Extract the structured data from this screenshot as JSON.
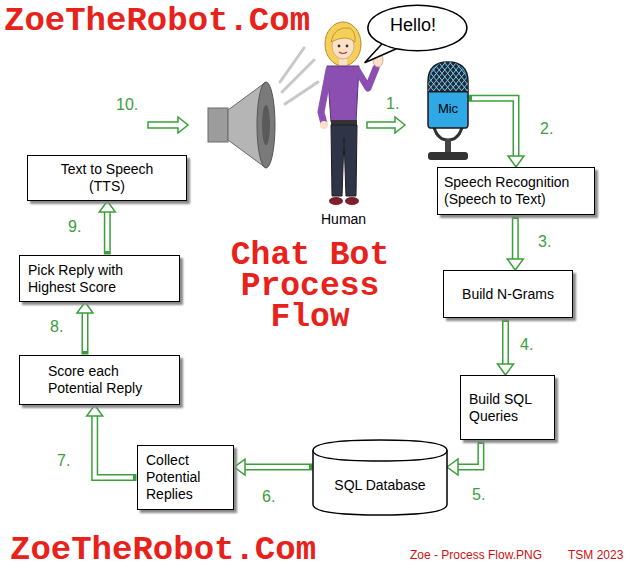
{
  "diagram": {
    "title": "Chat Bot Process Flow",
    "nodes": [
      {
        "text": [
          "Hello!"
        ]
      },
      {
        "text": [
          "Mic"
        ]
      },
      {
        "text": [
          "Speech Recognition (Speech to Text)"
        ]
      },
      {
        "text": [
          "Build N-Grams"
        ]
      },
      {
        "text": [
          "Build SQL Queries"
        ]
      },
      {
        "text": [
          "SQL Database"
        ]
      },
      {
        "text": [
          "Collect Potential Replies"
        ]
      },
      {
        "text": [
          "Score each Potential Reply"
        ]
      },
      {
        "text": [
          "Pick Reply with Highest Score"
        ]
      },
      {
        "text": [
          "Text to Speech (TTS)"
        ]
      }
    ],
    "edges": [
      {
        "from": 1,
        "to": 2,
        "arrow": "to"
      },
      {
        "from": 2,
        "to": 3,
        "arrow": "to"
      },
      {
        "from": 3,
        "to": 4,
        "arrow": "to"
      },
      {
        "from": 4,
        "to": 5,
        "arrow": "to"
      },
      {
        "from": 5,
        "to": 6,
        "arrow": "to"
      },
      {
        "from": 6,
        "to": 7,
        "arrow": "to"
      },
      {
        "from": 7,
        "to": 8,
        "arrow": "to"
      },
      {
        "from": 8,
        "to": 9,
        "arrow": "to"
      }
    ],
    "labels": [
      "ZoeTheRobot.Com",
      "Human",
      "1.",
      "2.",
      "3.",
      "4.",
      "5.",
      "6.",
      "7.",
      "8.",
      "9.",
      "10.",
      "ZoeTheRobot.Com",
      "Zoe - Process Flow.PNG",
      "TSM 2023"
    ]
  }
}
